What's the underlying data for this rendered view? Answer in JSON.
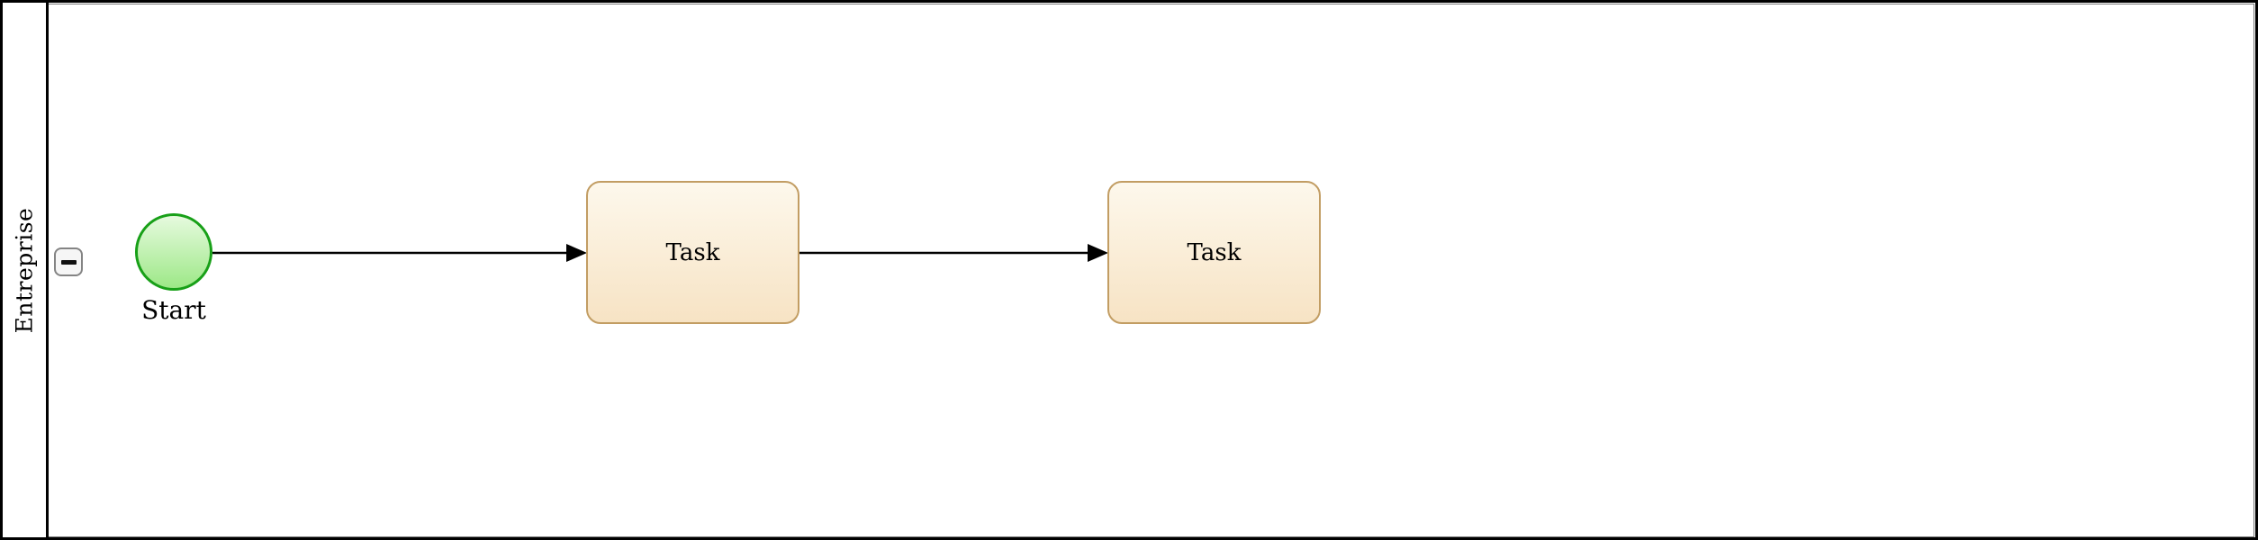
{
  "pool": {
    "label": "Entreprise"
  },
  "controls": {
    "collapse_button": {
      "icon": "minus-icon",
      "glyph": "−"
    }
  },
  "nodes": {
    "start": {
      "label": "Start",
      "type": "start-event"
    },
    "task1": {
      "label": "Task",
      "type": "task"
    },
    "task2": {
      "label": "Task",
      "type": "task"
    }
  },
  "flows": [
    {
      "from": "start",
      "to": "task1"
    },
    {
      "from": "task1",
      "to": "task2"
    }
  ],
  "colors": {
    "pool_border": "#000000",
    "lane_outline": "#7a7a7a",
    "start_border": "#18a018",
    "start_fill_top": "#e6fade",
    "start_fill_bottom": "#9de887",
    "task_border": "#c29d63",
    "task_fill_top": "#fdf8ec",
    "task_fill_bottom": "#f7e3c4",
    "flow_stroke": "#000000"
  }
}
